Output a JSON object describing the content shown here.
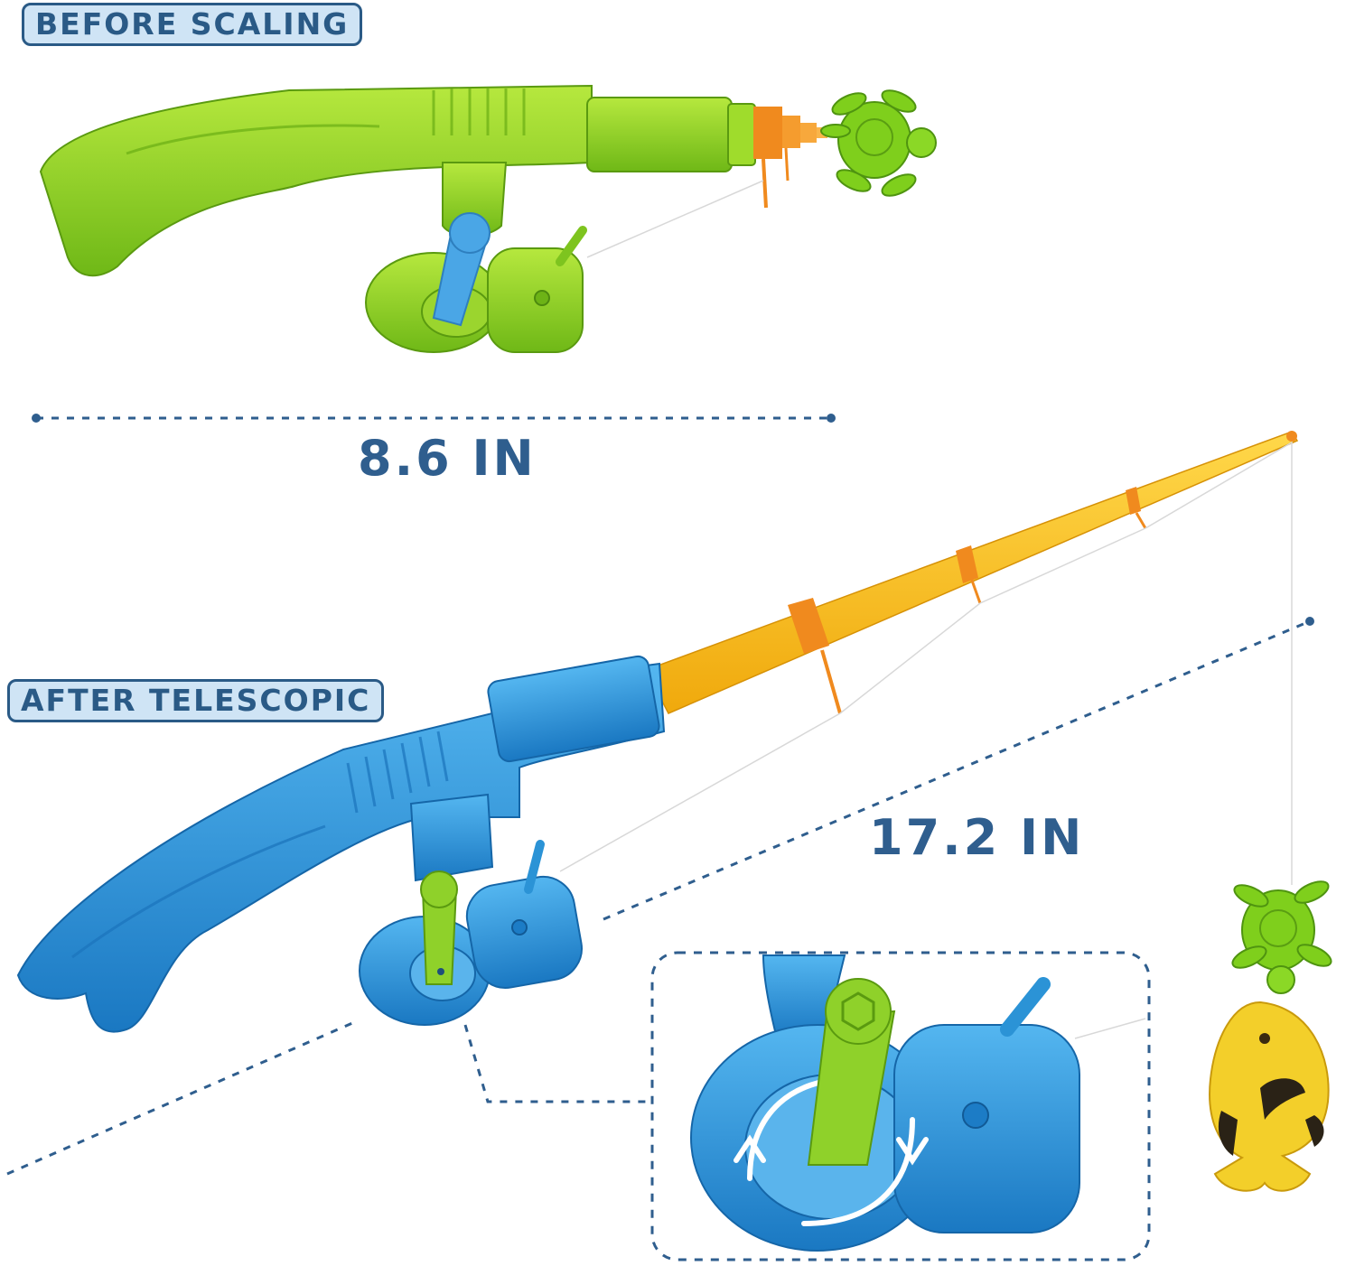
{
  "labels": {
    "before": "BEFORE SCALING",
    "after": "AFTER TELESCOPIC",
    "before_length": "8.6 IN",
    "after_length": "17.2 IN"
  },
  "colors": {
    "label_border": "#2a5a86",
    "label_fill": "#cfe4f5",
    "measure_text": "#2f5e8e",
    "dash_line": "#2f5e8e",
    "short_rod_green": "#8ccf24",
    "long_rod_blue": "#2b93d6",
    "rod_shaft_yellow": "#f5c21a",
    "ring_orange": "#f08a1e",
    "turtle_green": "#7fcf1c",
    "fish_yellow": "#f3cf2a"
  },
  "icons": [
    "turtle-icon",
    "fish-icon",
    "rotate-arrows-icon"
  ]
}
